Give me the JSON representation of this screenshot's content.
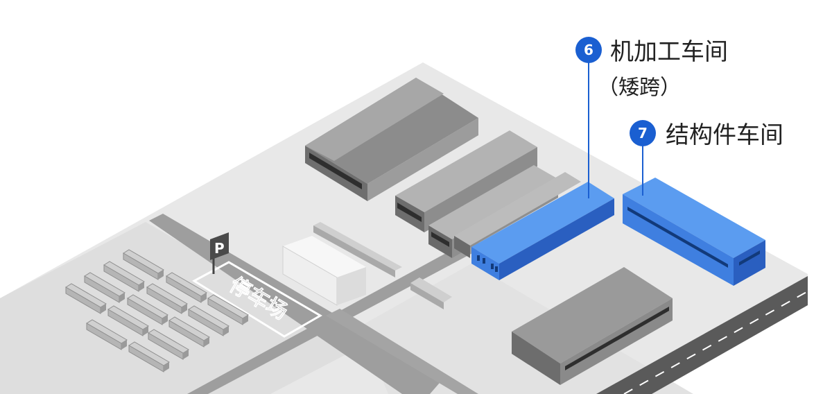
{
  "callouts": [
    {
      "number": "6",
      "label": "机加工车间",
      "sub": "（矮跨）"
    },
    {
      "number": "7",
      "label": "结构件车间"
    }
  ],
  "parking": {
    "sign": "P",
    "label": "停车场"
  },
  "colors": {
    "highlight_blue_top": "#5b9cf0",
    "highlight_blue_side": "#3f7fe0",
    "highlight_blue_dark": "#2a5fc0",
    "callout_blue": "#1a5fd1",
    "ground": "#e6e6e6",
    "road": "#9a9a9a",
    "building_gray": "#a8a8a8"
  }
}
